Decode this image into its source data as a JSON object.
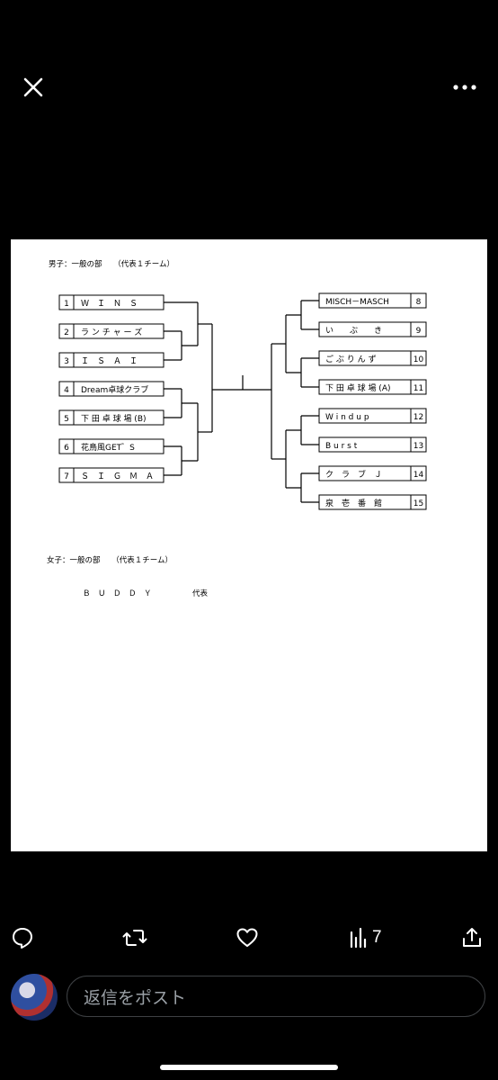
{
  "topbar": {
    "close_icon": "close-icon",
    "more_icon": "more-dots-icon"
  },
  "document": {
    "men_heading": "男子：一般の部　　（代表１チーム）",
    "women_heading": "女子：一般の部　　（代表１チーム）",
    "women_team": "Ｂ　Ｕ　Ｄ　Ｄ　Ｙ",
    "women_team_note": "代表",
    "left_teams": [
      {
        "seed": "1",
        "name": "Ｗ　Ｉ　Ｎ　Ｓ"
      },
      {
        "seed": "2",
        "name": "ラ ン チ ャ ー ズ"
      },
      {
        "seed": "3",
        "name": "Ｉ　Ｓ　Ａ　Ｉ"
      },
      {
        "seed": "4",
        "name": "Dream卓球クラブ"
      },
      {
        "seed": "5",
        "name": "下 田 卓 球 場 (B)"
      },
      {
        "seed": "6",
        "name": "花鳥風GET゛S"
      },
      {
        "seed": "7",
        "name": "Ｓ　Ｉ　Ｇ　Ｍ　Ａ"
      }
    ],
    "right_teams": [
      {
        "seed": "8",
        "name": "MISCH－MASCH"
      },
      {
        "seed": "9",
        "name": "い　　ぶ　　き"
      },
      {
        "seed": "10",
        "name": "ご ぶ り ん ず"
      },
      {
        "seed": "11",
        "name": "下 田 卓 球 場 (A)"
      },
      {
        "seed": "12",
        "name": "W i n d u p"
      },
      {
        "seed": "13",
        "name": "B u r s t"
      },
      {
        "seed": "14",
        "name": "ク　ラ　ブ　Ｊ"
      },
      {
        "seed": "15",
        "name": "泉　壱　番　館"
      }
    ]
  },
  "actions": {
    "reply_icon": "reply-icon",
    "repost_icon": "repost-icon",
    "like_icon": "heart-icon",
    "views_icon": "views-chart-icon",
    "views_count": "7",
    "share_icon": "share-icon"
  },
  "reply": {
    "placeholder": "返信をポスト"
  }
}
